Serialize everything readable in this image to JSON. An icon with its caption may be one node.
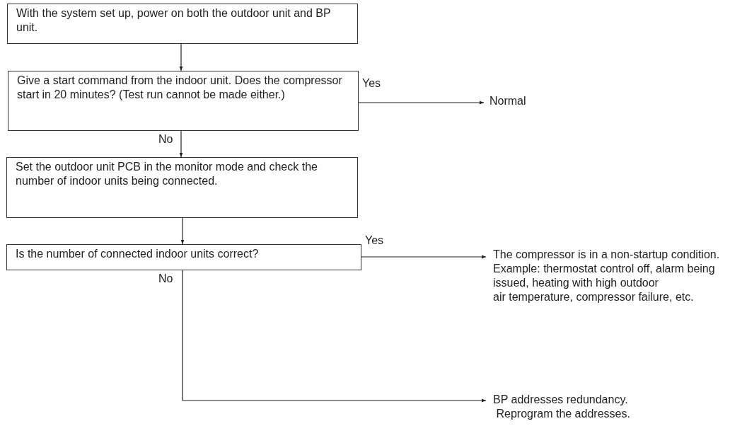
{
  "diagram": {
    "nodes": [
      {
        "text": [
          "With the system set up, power on both the outdoor unit and BP unit."
        ]
      },
      {
        "text": [
          "Give a start command from the indoor unit. Does the compressor start in 20 minutes? (Test run cannot be made either.)"
        ]
      },
      {
        "text": [
          "Set the outdoor unit PCB in the monitor mode and check the number of indoor units being connected."
        ]
      },
      {
        "text": [
          "Is the number of connected indoor units correct?"
        ]
      },
      {
        "text": [
          "Normal"
        ]
      },
      {
        "text": [
          "The compressor is in a non-startup condition.",
          "Example: thermostat control off, alarm being issued, heating with high outdoor",
          "air temperature, compressor failure, etc."
        ]
      },
      {
        "text": [
          "BP addresses redundancy.",
          " Reprogram the addresses."
        ]
      }
    ],
    "edges": [
      {
        "from": 0,
        "to": 1,
        "arrow": "to"
      },
      {
        "from": 1,
        "to": 2,
        "arrow": "to",
        "label": "No"
      },
      {
        "from": 1,
        "to": 4,
        "arrow": "to",
        "label": "Yes"
      },
      {
        "from": 2,
        "to": 3,
        "arrow": "to"
      },
      {
        "from": 3,
        "to": 5,
        "arrow": "to",
        "label": "Yes"
      },
      {
        "from": 3,
        "to": 6,
        "arrow": "to",
        "label": "No"
      }
    ]
  }
}
